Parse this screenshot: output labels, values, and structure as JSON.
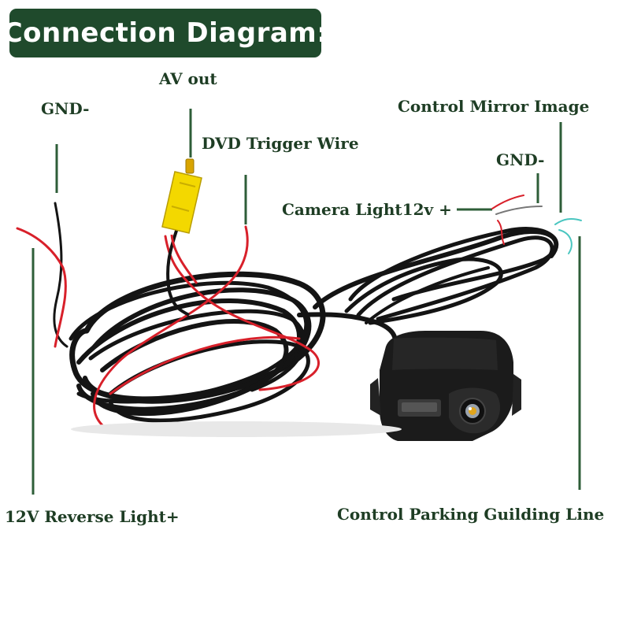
{
  "title": "Connection Diagram:",
  "labels": {
    "av_out": "AV out",
    "gnd_left": "GND-",
    "dvd_trigger": "DVD Trigger Wire",
    "control_mirror": "Control Mirror Image",
    "gnd_right": "GND-",
    "camera_light": "Camera Light12v +",
    "reverse_light": "12V Reverse Light+",
    "parking_line": "Control Parking Guilding Line"
  },
  "colors": {
    "title_bg": "#1f4a2c",
    "title_text": "#ffffff",
    "label_text": "#1e3d24",
    "leader_line": "#2e5e38",
    "cable": "#141414",
    "red_wire": "#d8202a",
    "rca_plug": "#f3d800",
    "camera_body": "#1b1b1b"
  },
  "icons": [
    "rca-plug-icon",
    "camera-lens-icon"
  ]
}
